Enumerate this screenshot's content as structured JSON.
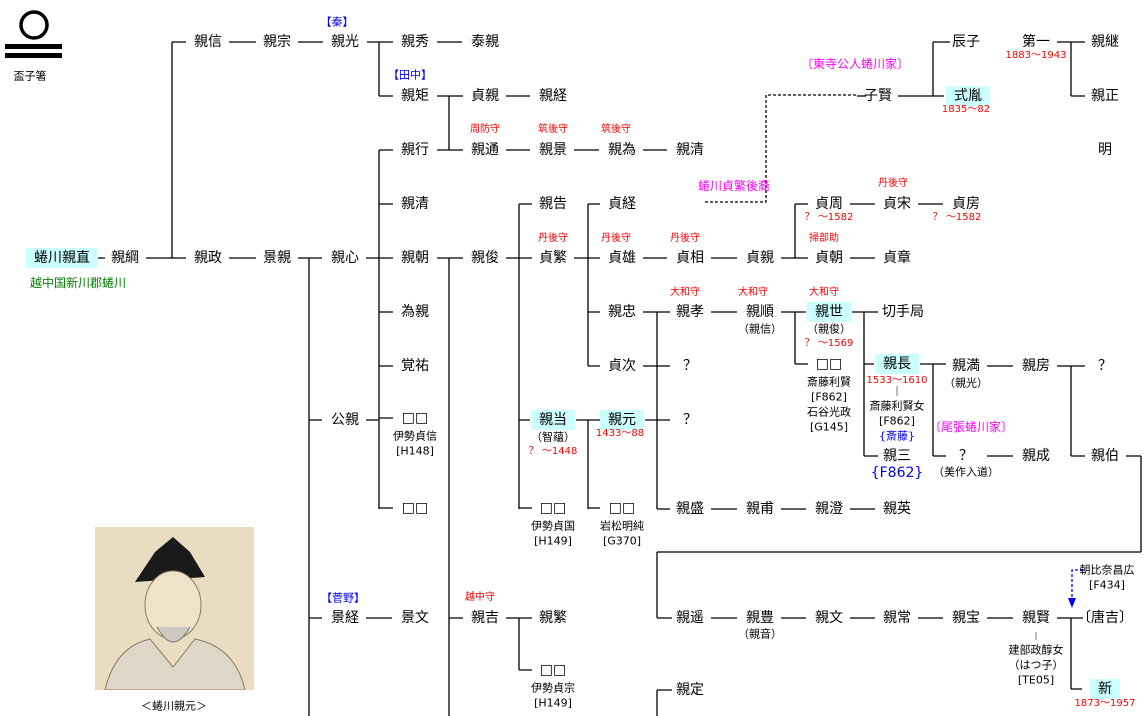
{
  "names": [
    "蜷川親直",
    "親綱",
    "親信",
    "親宗",
    "親光",
    "親秀",
    "泰親",
    "親矩",
    "貞親",
    "親経",
    "親行",
    "親通",
    "親景",
    "親為",
    "親清",
    "親清",
    "親告",
    "貞経",
    "親政",
    "景親",
    "親心",
    "親朝",
    "親俊",
    "貞繁",
    "貞雄",
    "貞相",
    "貞親",
    "貞周",
    "貞宋",
    "貞房",
    "貞朝",
    "貞章",
    "為親",
    "親忠",
    "親孝",
    "親順",
    "親世",
    "切手局",
    "覚祐",
    "貞次",
    "？",
    "□□",
    "親長",
    "親満",
    "親房",
    "？",
    "公親",
    "□□",
    "親当",
    "親元",
    "？",
    "親三",
    "？",
    "親成",
    "親伯",
    "□□",
    "□□",
    "□□",
    "親盛",
    "親甫",
    "親澄",
    "親英",
    "景経",
    "景文",
    "親吉",
    "親繁",
    "□□",
    "親遥",
    "親豊",
    "親文",
    "親常",
    "親宝",
    "親賢",
    "〔唐吉〕",
    "新",
    "親定",
    "子賢",
    "式胤",
    "辰子",
    "第一",
    "親継",
    "親正",
    "明"
  ],
  "notes": [
    "盃子箸",
    "越中国新川郡蜷川",
    "＜蜷川親元＞",
    "伊勢貞信",
    "[H148]",
    "（智蘊）",
    "伊勢貞国",
    "[H149]",
    "岩松明純",
    "[G370]",
    "（親信）",
    "（親俊）",
    "斎藤利賢",
    "[F862]",
    "石谷光政",
    "[G145]",
    "斎藤利賢女",
    "[F862]",
    "（親光）",
    "（美作入道）",
    "（親音）",
    "建部政醇女",
    "（はつ子）",
    "[TE05]",
    "伊勢貞宗",
    "[H149]",
    "朝比奈昌広",
    "[F434]"
  ],
  "red": [
    "周防守",
    "筑後守",
    "筑後守",
    "丹後守",
    "丹後守",
    "丹後守",
    "丹後守",
    "掃部助",
    "？ ～1582",
    "？ ～1582",
    "大和守",
    "大和守",
    "大和守",
    "？ ～1569",
    "1533～1610",
    "1433～88",
    "？ ～1448",
    "1835～82",
    "1883～1943",
    "越中守",
    "1873～1957"
  ],
  "blue": [
    "【秦】",
    "【田中】",
    "【菅野】",
    "{斎藤}",
    "{F862}"
  ],
  "magenta": [
    "〔東寺公人蜷川家〕",
    "蜷川貞繁後裔",
    "〔尾張蜷川家〕"
  ],
  "colors": {
    "highlight": "#ccffff",
    "office": "#ff0000",
    "clan": "#0000ff",
    "branch": "#ff00ff",
    "place": "#008000"
  }
}
